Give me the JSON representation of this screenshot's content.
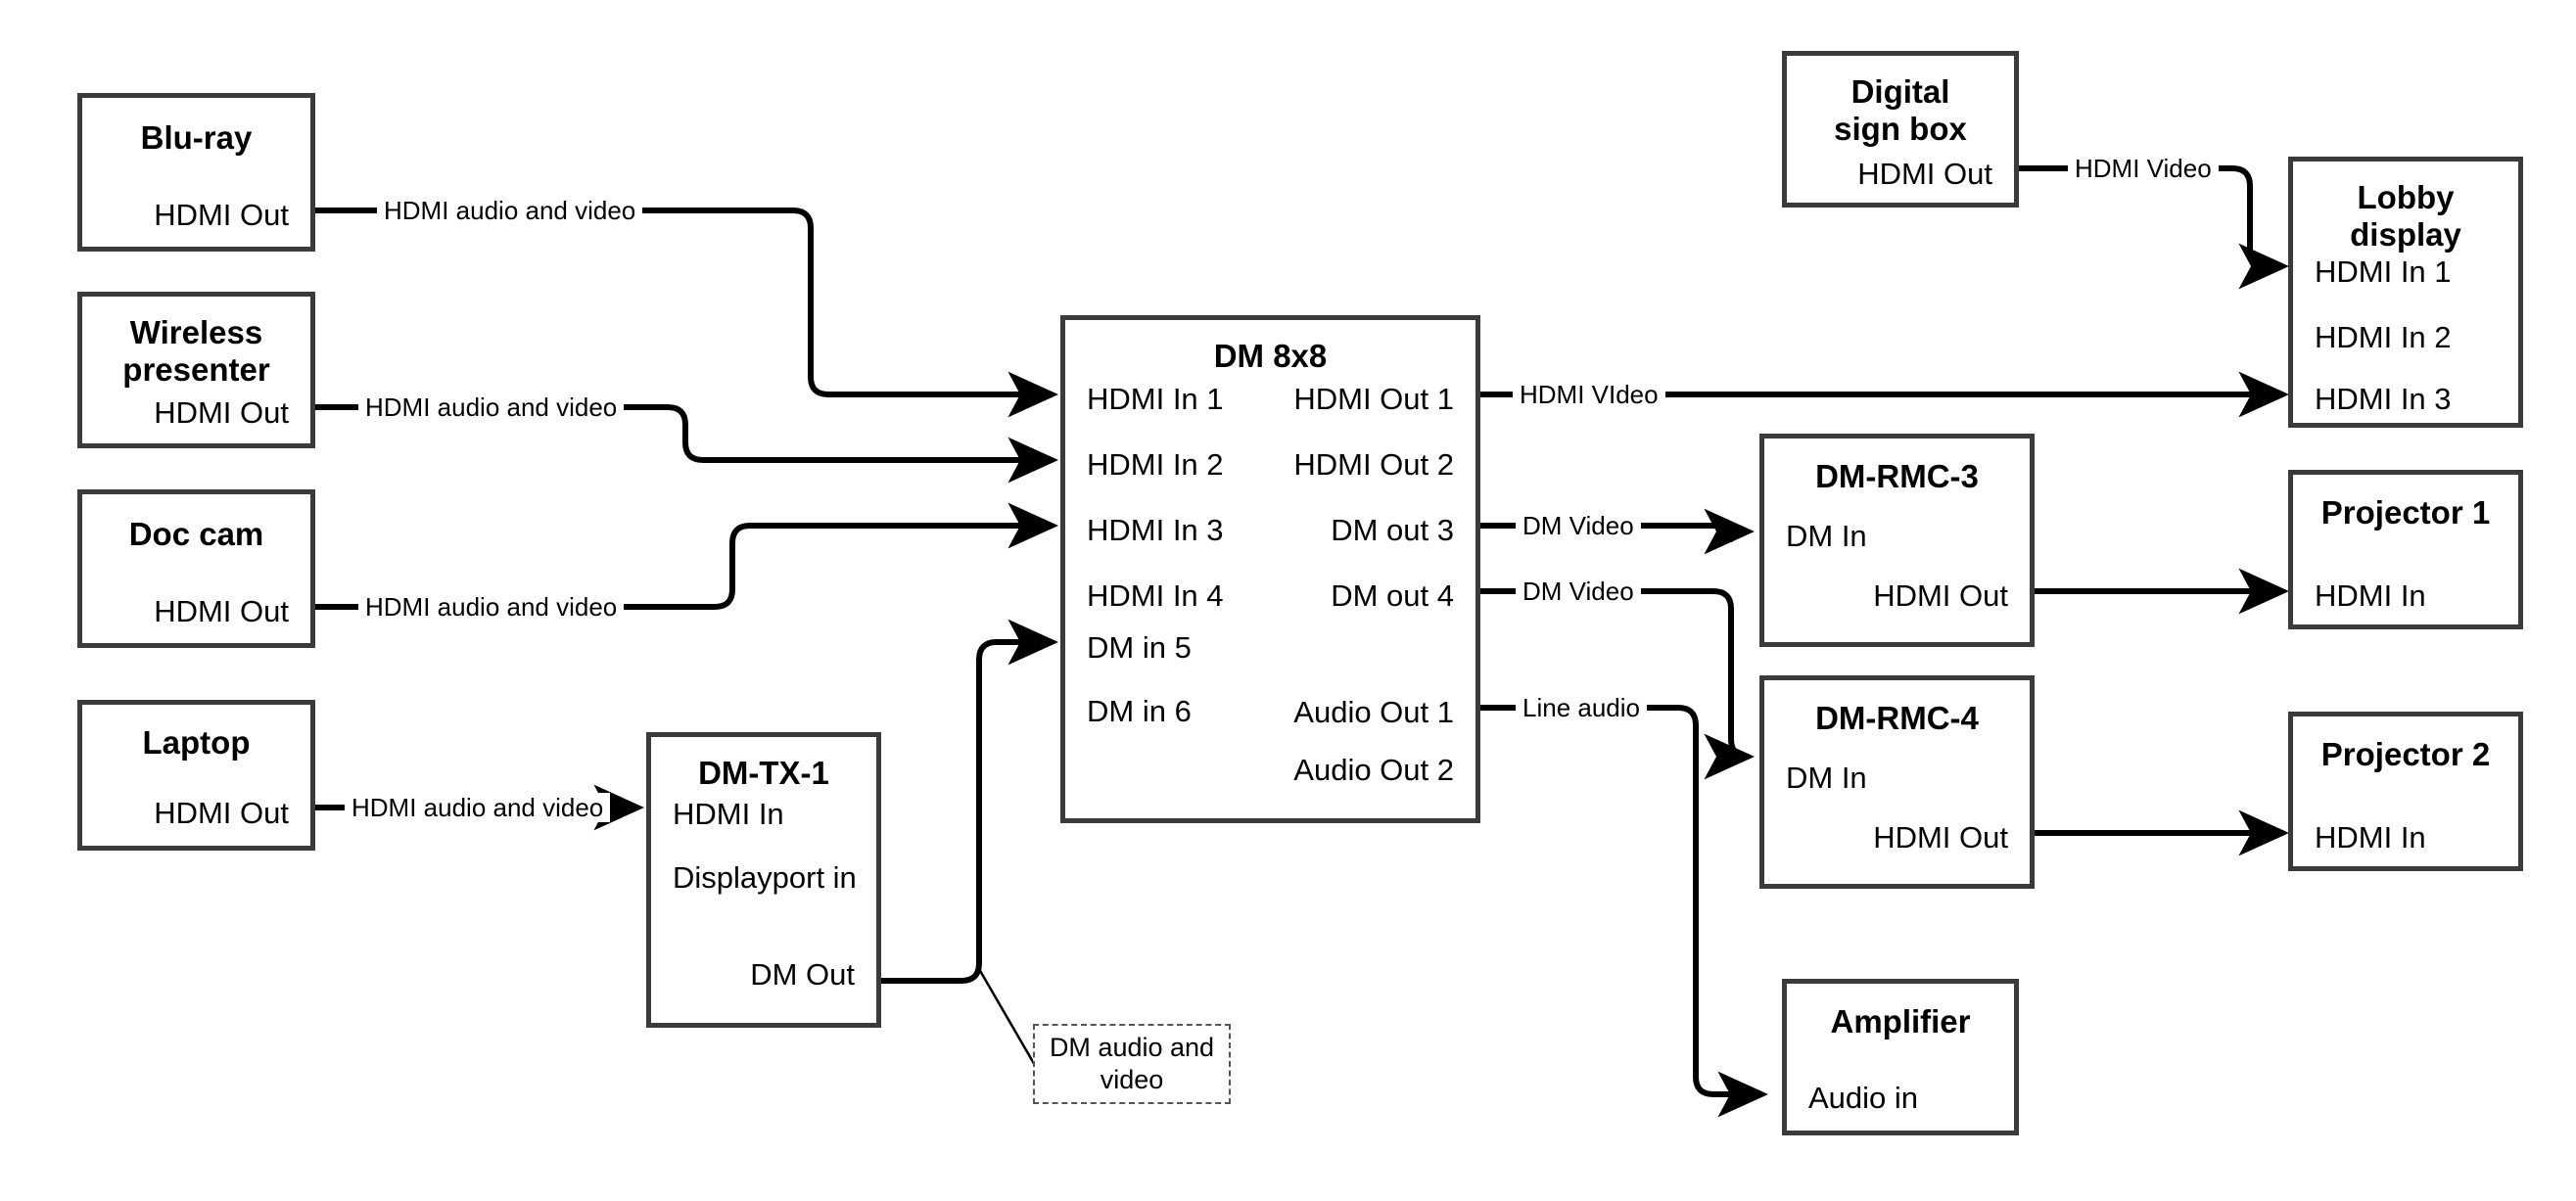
{
  "diagram": {
    "title": "AV signal flow diagram",
    "colors": {
      "stroke": "#3b3b3b",
      "wire": "#000000",
      "background": "#ffffff",
      "note_border": "#555555"
    }
  },
  "nodes": {
    "bluray": {
      "title": "Blu-ray",
      "ports_right": [
        "HDMI Out"
      ]
    },
    "wireless": {
      "title": "Wireless presenter",
      "ports_right": [
        "HDMI Out"
      ]
    },
    "doccam": {
      "title": "Doc cam",
      "ports_right": [
        "HDMI Out"
      ]
    },
    "laptop": {
      "title": "Laptop",
      "ports_right": [
        "HDMI Out"
      ]
    },
    "dmtx1": {
      "title": "DM-TX-1",
      "ports_left": [
        "HDMI In",
        "Displayport in"
      ],
      "ports_right": [
        "DM Out"
      ]
    },
    "dm8x8": {
      "title": "DM 8x8",
      "ports_left": [
        "HDMI In 1",
        "HDMI In 2",
        "HDMI In 3",
        "HDMI In 4",
        "DM in 5",
        "DM in 6"
      ],
      "ports_right": [
        "HDMI Out 1",
        "HDMI Out 2",
        "DM out 3",
        "DM out 4",
        "Audio Out 1",
        "Audio Out 2"
      ]
    },
    "signbox": {
      "title": "Digital sign box",
      "ports_right": [
        "HDMI Out"
      ]
    },
    "lobby": {
      "title": "Lobby display",
      "ports_left": [
        "HDMI In 1",
        "HDMI In 2",
        "HDMI In 3"
      ]
    },
    "rmc3": {
      "title": "DM-RMC-3",
      "ports_left": [
        "DM In"
      ],
      "ports_right": [
        "HDMI Out"
      ]
    },
    "rmc4": {
      "title": "DM-RMC-4",
      "ports_left": [
        "DM In"
      ],
      "ports_right": [
        "HDMI Out"
      ]
    },
    "projector1": {
      "title": "Projector 1",
      "ports_left": [
        "HDMI In"
      ]
    },
    "projector2": {
      "title": "Projector 2",
      "ports_left": [
        "HDMI In"
      ]
    },
    "amplifier": {
      "title": "Amplifier",
      "ports_left": [
        "Audio in"
      ]
    }
  },
  "edge_labels": {
    "bluray_to_in1": "HDMI audio and video",
    "wireless_to_in2": "HDMI audio and video",
    "doccam_to_in3": "HDMI audio and video",
    "laptop_to_tx1": "HDMI audio and video",
    "signbox_to_lobby": "HDMI Video",
    "hdmiout1_to_lobby3": "HDMI VIdeo",
    "dmout3_to_rmc3": "DM Video",
    "dmout4_to_rmc4": "DM Video",
    "audioout1_to_amp": "Line audio"
  },
  "notes": {
    "dm_audio_video": "DM audio and video"
  }
}
